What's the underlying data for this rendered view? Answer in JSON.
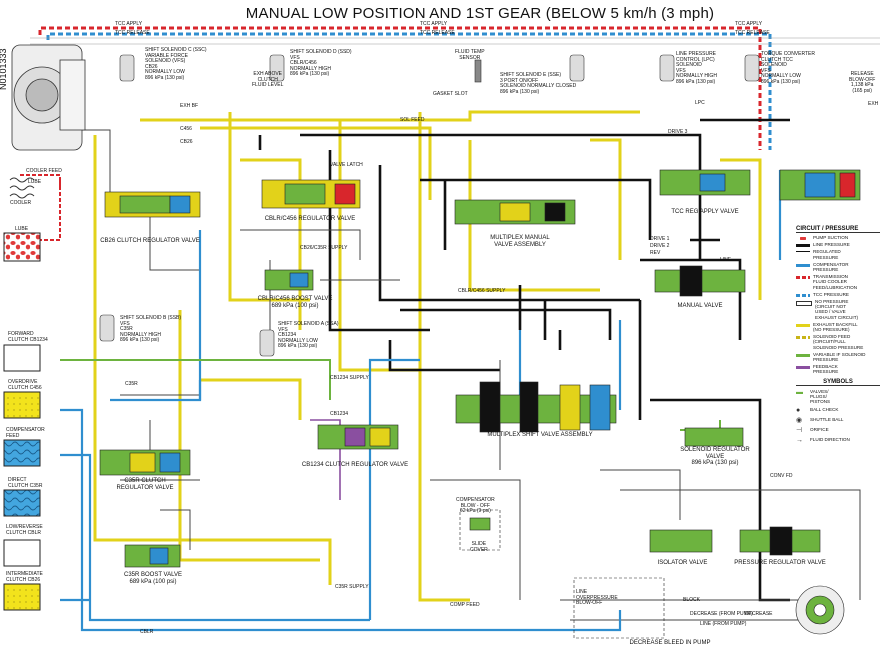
{
  "title": "MANUAL LOW POSITION AND 1ST GEAR (BELOW 5 km/h (3 mph)",
  "diagram_code": "N0101333",
  "components": {
    "ssc": "SHIFT SOLENOID C (SSC)\nVARIABLE FORCE\nSOLENOID (VFS)\nCB26\nNORMALLY LOW\n896 kPa (130 psi)",
    "ssd": "SHIFT SOLENOID D (SSD)\nVFS\nCBLR/C456\nNORMALLY HIGH\n896 kPa (130 psi)",
    "exh_above": "EXH ABOVE\nCLUTCH\nFLUID LEVEL",
    "fluid_temp": "FLUID TEMP\nSENSOR",
    "gasket_slot": "GASKET SLOT",
    "sse": "SHIFT SOLENOID E (SSE)\n3 PORT ON/OFF\nSOLENOID NORMALLY CLOSED\n896 kPa (130 psi)",
    "lpc": "LINE PRESSURE\nCONTROL (LPC)\nSOLENOID\nVFS\nNORMALLY HIGH\n896 kPa (130 psi)",
    "tcc_solenoid": "TORQUE CONVERTER\nCLUTCH TCC\nSOLENOID\nVFS\nNORMALLY LOW\n896 kPa (130 psi)",
    "release_blowoff": "RELEASE\nBLOW-OFF\n1,138 kPa\n(165 psi)",
    "ssb": "SHIFT SOLENOID B (SSB)\nVFS\nC35R\nNORMALLY HIGH\n896 kPa (130 psi)",
    "ssa": "SHIFT SOLENOID A (SSA)\nVFS\nCB1234\nNORMALLY LOW\n896 kPa (130 psi)",
    "cb26_valve": "CB26 CLUTCH REGULATOR VALVE",
    "cblr_valve": "CBLR/C456 REGULATOR VALVE",
    "cblr_boost": "CBLR/C456 BOOST VALVE\n689 kPa (100 psi)",
    "multiplex_manual": "MULTIPLEX MANUAL\nVALVE ASSEMBLY",
    "tcc_reg": "TCC REG APPLY VALVE",
    "manual_valve": "MANUAL VALVE",
    "multiplex_shift": "MULTIPLEX SHIFT VALVE ASSEMBLY",
    "cb1234_valve": "CB1234 CLUTCH REGULATOR VALVE",
    "c35r_valve": "C35R CLUTCH\nREGULATOR VALVE",
    "c35r_boost": "C35R BOOST VALVE\n689 kPa (100 psi)",
    "solenoid_reg": "SOLENOID REGULATOR\nVALVE\n896 kPa (130 psi)",
    "comp_blowoff": "COMPENSATOR\nBLOW - OFF\n62 kPa (9 psi)",
    "slide_cover": "SLIDE\nCOVER",
    "isolator": "ISOLATOR VALVE",
    "pressure_reg": "PRESSURE REGULATOR VALVE",
    "line_over": "LINE\nOVERPRESSURE\nBLOW-OFF",
    "decrease_bleed": "DECREASE BLEED IN PUMP",
    "exh": "EXH"
  },
  "left_panel": {
    "cooler_feed": "COOLER FEED",
    "lube_small": "LUBE",
    "cooler": "COOLER",
    "lube": "LUBE",
    "forward": "FORWARD\nCLUTCH CB1234",
    "overdrive": "OVERDRIVE\nCLUTCH C456",
    "compensator": "COMPENSATOR\nFEED",
    "direct": "DIRECT\nCLUTCH C35R",
    "lowreverse": "LOW/REVERSE\nCLUTCH CBLR",
    "intermediate": "INTERMEDIATE\nCLUTCH CB26"
  },
  "line_labels": {
    "tcc_apply": "TCC APPLY",
    "tcc_release": "TCC RELEASE",
    "exh_bf": "EXH BF",
    "sol_feed": "SOL FEED",
    "c456": "C456",
    "cb26": "CB26",
    "drive1": "DRIVE 1",
    "drive2": "DRIVE 2",
    "drive3": "DRIVE 3",
    "rev": "REV",
    "line": "LINE",
    "lpc": "LPC",
    "c35r": "C35R",
    "cblr": "CBLR",
    "cb1234": "CB1234",
    "comp_feed": "COMP FEED",
    "decrease": "DECREASE",
    "decrease_pump": "DECREASE (FROM PUMP)",
    "line_pump": "LINE (FROM PUMP)",
    "conv_fd": "CONV FD",
    "block": "BLOCK",
    "valve_latch": "VALVE LATCH",
    "cblr_supply": "CBLR/C456 SUPPLY",
    "cb26_supply": "CB26/C35R SUPPLY",
    "c35r_supply": "C35R SUPPLY",
    "cb1234_supply": "CB1234 SUPPLY"
  },
  "legend": {
    "circuit_title": "CIRCUIT / PRESSURE",
    "items": [
      {
        "label": "PUMP SUCTION",
        "color": "#e03a3a",
        "style": "dot"
      },
      {
        "label": "LINE PRESSURE",
        "color": "#111111",
        "style": "solid"
      },
      {
        "label": "REGULATED\nPRESSURE",
        "color": "#111111",
        "style": "thin"
      },
      {
        "label": "COMPENSATOR\nPRESSURE",
        "color": "#2f8ecf",
        "style": "solid"
      },
      {
        "label": "TRANSMISSION\nFLUID COOLER\nFEED/LUBRICATION",
        "color": "#d8262c",
        "style": "dash"
      },
      {
        "label": "TCC PRESSURE",
        "color": "#2f8ecf",
        "style": "dash"
      },
      {
        "label": "NO PRESSURE\n(CIRCUIT NOT\nUSED / VALVE\nEXHAUST CIRCUIT)",
        "color": "#ffffff",
        "style": "outline"
      },
      {
        "label": "EXHAUST BACKFILL\n(NO PRESSURE)",
        "color": "#e2d21a",
        "style": "solid"
      },
      {
        "label": "SOLENOID FEED\n(CIRCUIT/FULL\nSOLENOID PRESSURE",
        "color": "#c8b418",
        "style": "dash"
      },
      {
        "label": "VARIABLE IF SOLENOID\nPRESSURE",
        "color": "#6db33f",
        "style": "solid"
      },
      {
        "label": "FEEDBACK\nPRESSURE",
        "color": "#8a4fa0",
        "style": "solid"
      }
    ],
    "symbols_title": "SYMBOLS",
    "symbols": [
      {
        "label": "VALVES/\nPLUGS/\nPISTONS",
        "icon": "valve-icon"
      },
      {
        "label": "BALL CHECK",
        "icon": "ball-check-icon"
      },
      {
        "label": "SHUTTLE BALL",
        "icon": "shuttle-ball-icon"
      },
      {
        "label": "ORIFICE",
        "icon": "orifice-icon"
      },
      {
        "label": "FLUID DIRECTION",
        "icon": "arrow-icon"
      }
    ]
  },
  "colors": {
    "line": "#111111",
    "yellow": "#e2d21a",
    "green": "#6db33f",
    "blue": "#2f8ecf",
    "red": "#d8262c",
    "purple": "#8a4fa0",
    "gray": "#b0b0b0"
  }
}
